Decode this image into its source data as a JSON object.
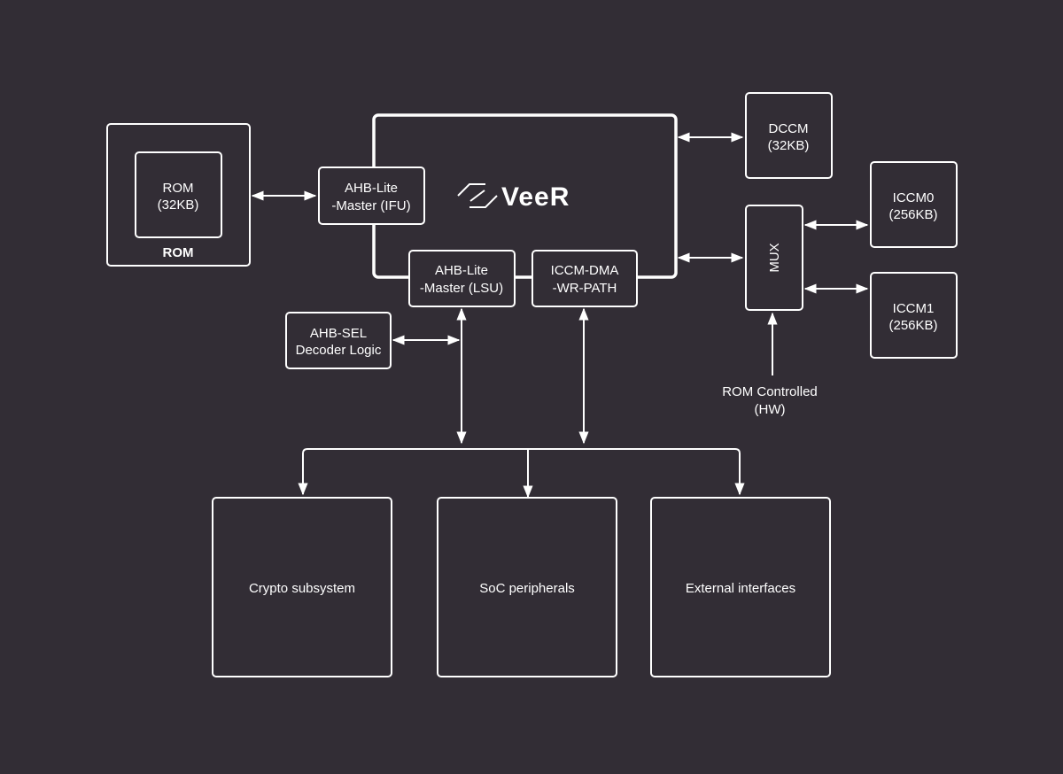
{
  "rom_block": {
    "inner_line1": "ROM",
    "inner_line2": "(32KB)",
    "caption": "ROM"
  },
  "veer_core": {
    "brand": "VeeR",
    "ifu_line1": "AHB-Lite",
    "ifu_line2": "-Master (IFU)",
    "lsu_line1": "AHB-Lite",
    "lsu_line2": "-Master (LSU)",
    "dma_line1": "ICCM-DMA",
    "dma_line2": "-WR-PATH"
  },
  "dccm": {
    "line1": "DCCM",
    "line2": "(32KB)"
  },
  "mux": {
    "label": "MUX"
  },
  "iccm0": {
    "line1": "ICCM0",
    "line2": "(256KB)"
  },
  "iccm1": {
    "line1": "ICCM1",
    "line2": "(256KB)"
  },
  "rom_controlled": {
    "line1": "ROM Controlled",
    "line2": "(HW)"
  },
  "ahb_sel": {
    "line1": "AHB-SEL",
    "line2": "Decoder Logic"
  },
  "subsystems": {
    "crypto": "Crypto subsystem",
    "soc": "SoC peripherals",
    "external": "External interfaces"
  },
  "colors": {
    "background": "#322d35",
    "line": "#ffffff"
  },
  "icons": {
    "brand_mark": "veer-logo-icon"
  }
}
